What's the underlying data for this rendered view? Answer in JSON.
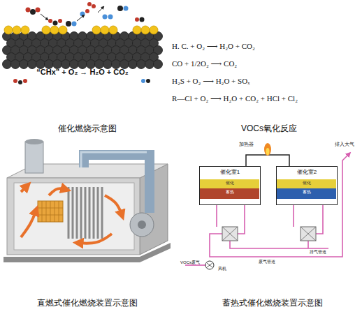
{
  "diagram": {
    "nodes": [
      {
        "text": [
          "催化室1"
        ]
      },
      {
        "text": [
          "催化"
        ],
        "in": 0
      },
      {
        "text": [
          "蓄热"
        ],
        "in": 0
      },
      {
        "text": [
          "催化室2"
        ]
      },
      {
        "text": [
          "催化"
        ],
        "in": 3
      },
      {
        "text": [
          "蓄热"
        ],
        "in": 3
      }
    ],
    "labels": [
      "“CHx” + O₂ → H₂O + CO₂",
      "催化燃烧示意图",
      "H. C. + O₂ ⟶ H₂O + CO₂",
      "CO + 1/2O₂ ⟶ CO₂",
      "H₂S + O₂ ⟶ H₂O + SOₓ",
      "R—Cl + O₂ ⟶ H₂O + CO₂ + HCl + Cl₂",
      "VOCs氧化反应",
      "直燃式催化燃烧装置示意图",
      "加热器",
      "排入大气",
      "废气管道",
      "排气管道",
      "风机",
      "VOCs废气",
      "蓄热式催化燃烧装置示意图"
    ]
  }
}
